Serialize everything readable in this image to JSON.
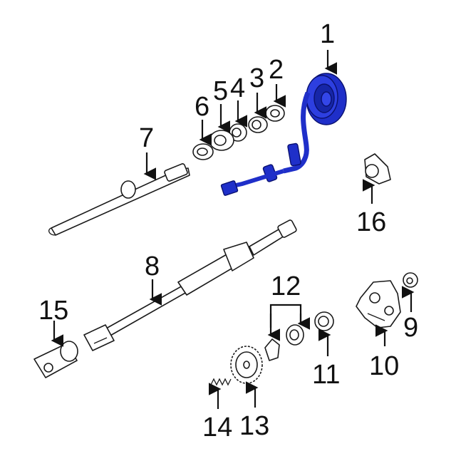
{
  "diagram": {
    "highlight_color": "#1f2fc9",
    "outline_color": "#1a1a1a",
    "callouts": [
      {
        "id": "p1",
        "text": "1"
      },
      {
        "id": "p2",
        "text": "2"
      },
      {
        "id": "p3",
        "text": "3"
      },
      {
        "id": "p4",
        "text": "4"
      },
      {
        "id": "p5",
        "text": "5"
      },
      {
        "id": "p6",
        "text": "6"
      },
      {
        "id": "p7",
        "text": "7"
      },
      {
        "id": "p8",
        "text": "8"
      },
      {
        "id": "p9",
        "text": "9"
      },
      {
        "id": "p10",
        "text": "10"
      },
      {
        "id": "p11",
        "text": "11"
      },
      {
        "id": "p12",
        "text": "12"
      },
      {
        "id": "p13",
        "text": "13"
      },
      {
        "id": "p14",
        "text": "14"
      },
      {
        "id": "p15",
        "text": "15"
      },
      {
        "id": "p16",
        "text": "16"
      }
    ]
  }
}
